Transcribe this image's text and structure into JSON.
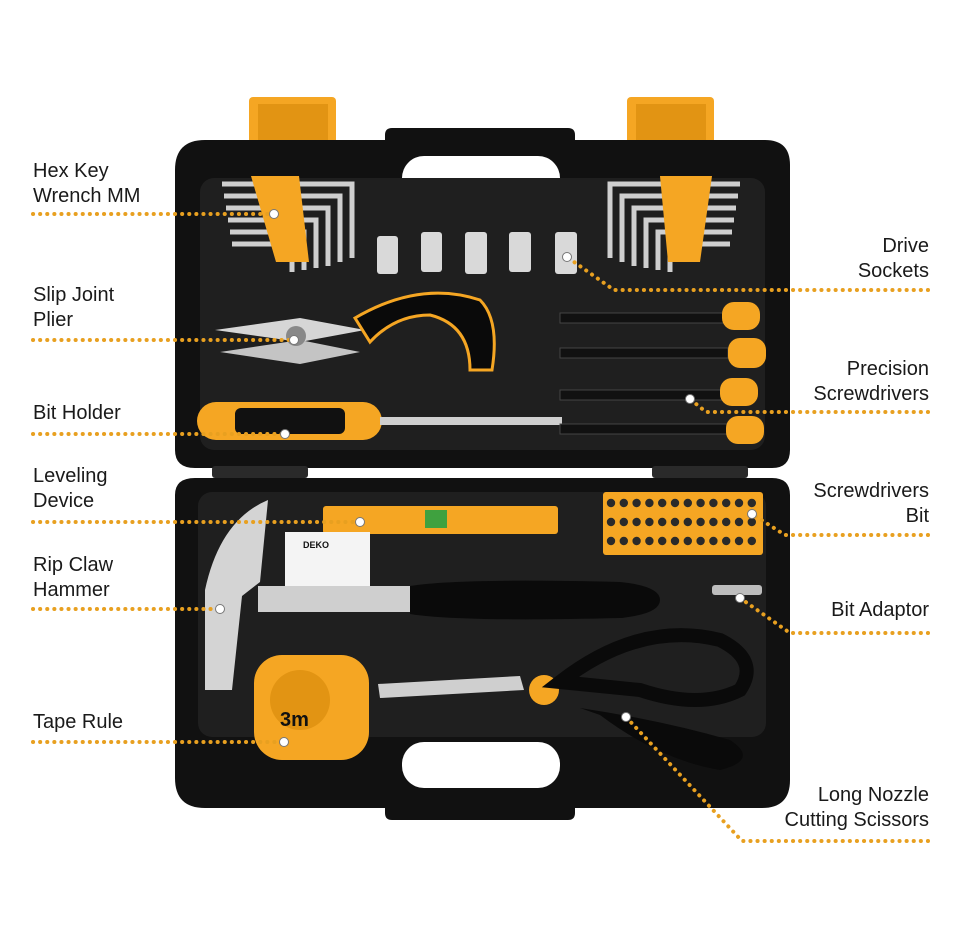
{
  "colors": {
    "accent": "#F5A623",
    "case": "#121212",
    "tray": "#1e1e1e",
    "leader": "#E8A020",
    "text": "#1a1a1a"
  },
  "product": {
    "brand_text": "DEKO",
    "tape_length_text": "3m"
  },
  "callouts": [
    {
      "id": "hex-key",
      "side": "left",
      "lines": [
        "Hex Key",
        "Wrench MM"
      ]
    },
    {
      "id": "slip-joint-plier",
      "side": "left",
      "lines": [
        "Slip Joint",
        "Plier"
      ]
    },
    {
      "id": "bit-holder",
      "side": "left",
      "lines": [
        "Bit Holder"
      ]
    },
    {
      "id": "leveling-device",
      "side": "left",
      "lines": [
        "Leveling",
        "Device"
      ]
    },
    {
      "id": "rip-claw-hammer",
      "side": "left",
      "lines": [
        "Rip Claw",
        "Hammer"
      ]
    },
    {
      "id": "tape-rule",
      "side": "left",
      "lines": [
        "Tape Rule"
      ]
    },
    {
      "id": "drive-sockets",
      "side": "right",
      "lines": [
        "Drive",
        "Sockets"
      ]
    },
    {
      "id": "precision-screwdrivers",
      "side": "right",
      "lines": [
        "Precision",
        "Screwdrivers"
      ]
    },
    {
      "id": "screwdrivers-bit",
      "side": "right",
      "lines": [
        "Screwdrivers",
        "Bit"
      ]
    },
    {
      "id": "bit-adaptor",
      "side": "right",
      "lines": [
        "Bit Adaptor"
      ]
    },
    {
      "id": "long-nozzle-scissors",
      "side": "right",
      "lines": [
        "Long Nozzle",
        "Cutting Scissors"
      ]
    }
  ]
}
